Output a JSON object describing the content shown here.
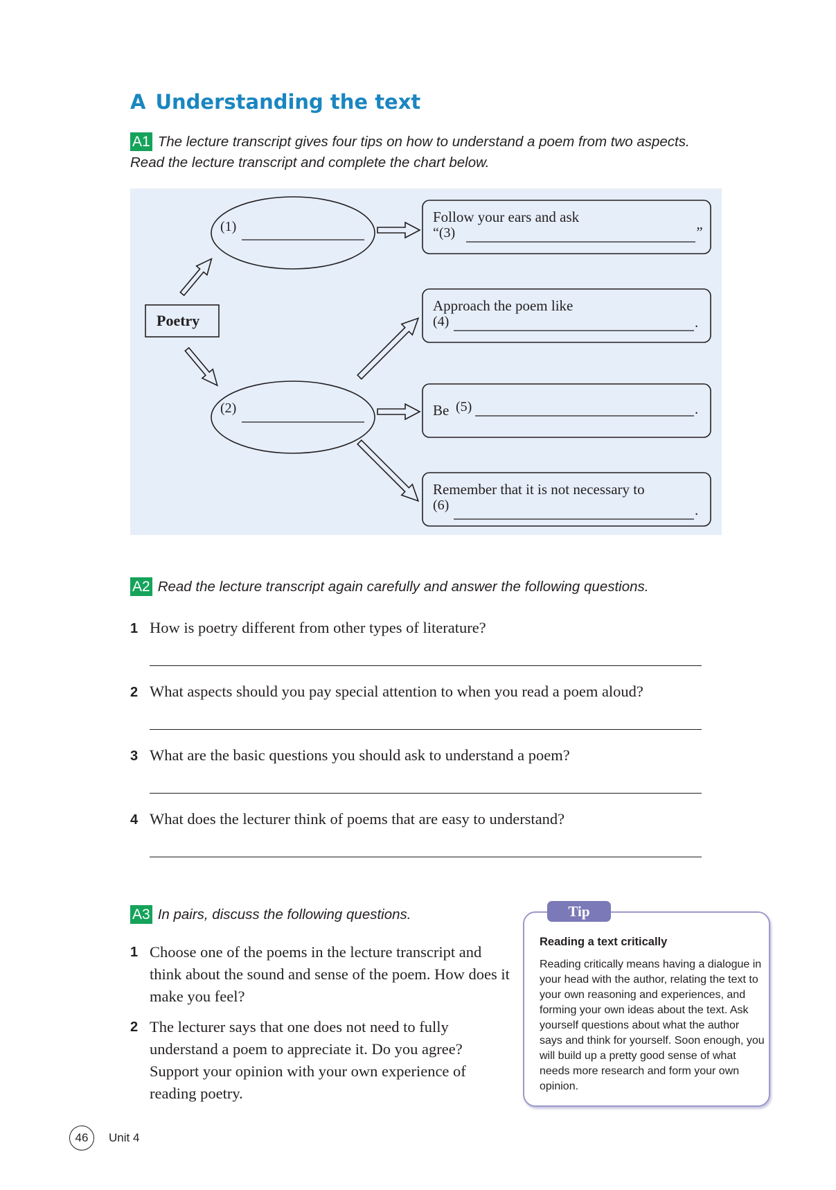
{
  "section": {
    "letter": "A",
    "title": "Understanding the text"
  },
  "a1": {
    "badge": "A1",
    "line1": "The lecture transcript gives four tips on how to understand a poem from two aspects.",
    "line2": "Read the lecture transcript and complete the chart below."
  },
  "chart": {
    "root": "Poetry",
    "ellipse1": "(1)",
    "ellipse2": "(2)",
    "box1": {
      "line1": "Follow your ears and ask",
      "line2": "“(3)",
      "end": "”"
    },
    "box2": {
      "line1": "Approach the poem like",
      "line2": "(4)",
      "end": "."
    },
    "box3": {
      "prefix": "Be",
      "num": "(5)",
      "end": "."
    },
    "box4": {
      "line1": "Remember that it is not necessary to",
      "line2": "(6)",
      "end": "."
    }
  },
  "a2": {
    "badge": "A2",
    "instruction": "Read the lecture transcript again carefully and answer the following questions.",
    "questions": [
      {
        "num": "1",
        "text": "How is poetry different from other types of literature?"
      },
      {
        "num": "2",
        "text": "What aspects should you pay special attention to when you read a poem aloud?"
      },
      {
        "num": "3",
        "text": "What are the basic questions you should ask to understand a poem?"
      },
      {
        "num": "4",
        "text": "What does the lecturer think of poems that are easy to understand?"
      }
    ]
  },
  "a3": {
    "badge": "A3",
    "instruction": "In pairs, discuss the following questions.",
    "questions": [
      {
        "num": "1",
        "text": "Choose one of the poems in the lecture transcript and think about the sound and sense of the poem. How does it make you feel?"
      },
      {
        "num": "2",
        "text": "The lecturer says that one does not need to fully understand a poem to appreciate it. Do you agree? Support your opinion with your own experience of reading poetry."
      }
    ]
  },
  "tip": {
    "label": "Tip",
    "title": "Reading a text critically",
    "body": "Reading critically means having a dialogue in your head with the author, relating the text to your own reasoning and experiences, and forming your own ideas about the text. Ask yourself questions about what the author says and think for yourself. Soon enough, you will build up a pretty good sense of what needs more research and form your own opinion."
  },
  "footer": {
    "page": "46",
    "unit": "Unit 4"
  },
  "colors": {
    "heading": "#1a86c0",
    "badge": "#15a35b",
    "chart_bg": "#e6eef9",
    "tip_accent": "#7b79b8"
  }
}
